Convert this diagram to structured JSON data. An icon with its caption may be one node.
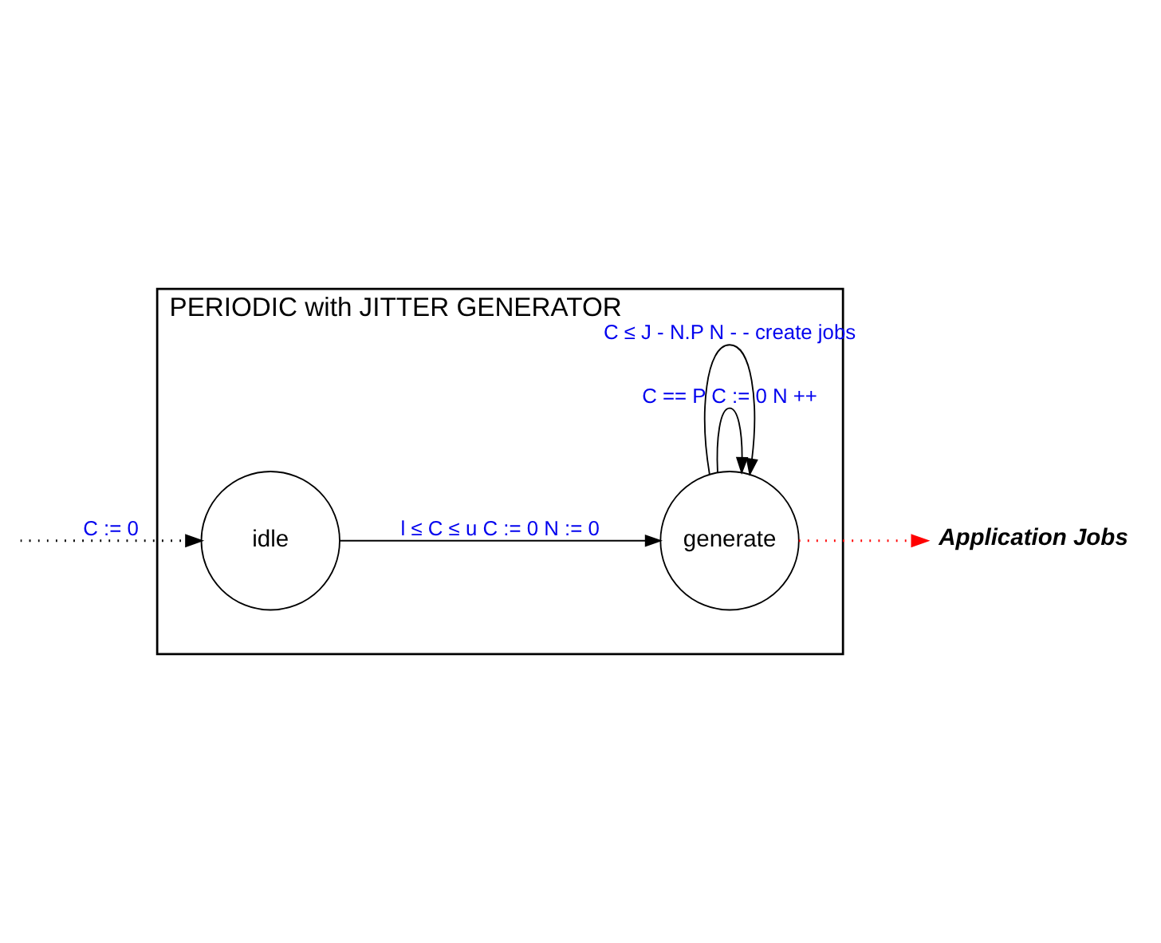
{
  "diagram": {
    "nodes": [
      {
        "text": [
          "PERIODIC with JITTER GENERATOR"
        ]
      },
      {
        "text": [
          "idle"
        ],
        "in": 0
      },
      {
        "text": [
          "generate"
        ],
        "in": 0
      },
      {
        "text": [
          "Application Jobs"
        ]
      }
    ],
    "edges": [
      {
        "from": null,
        "to": 1,
        "arrow": "to",
        "style": "dashed",
        "label": "C := 0"
      },
      {
        "from": 1,
        "to": 2,
        "arrow": "to",
        "label": "l ≤ C ≤ u C := 0 N := 0"
      },
      {
        "from": 2,
        "to": 2,
        "arrow": "to",
        "label": "C == P C := 0 N ++"
      },
      {
        "from": 2,
        "to": 2,
        "arrow": "to",
        "label": "C ≤ J - N.P N - - create jobs"
      },
      {
        "from": 2,
        "to": 3,
        "arrow": "to",
        "style": "dashed",
        "color": "#ff0000"
      }
    ]
  }
}
